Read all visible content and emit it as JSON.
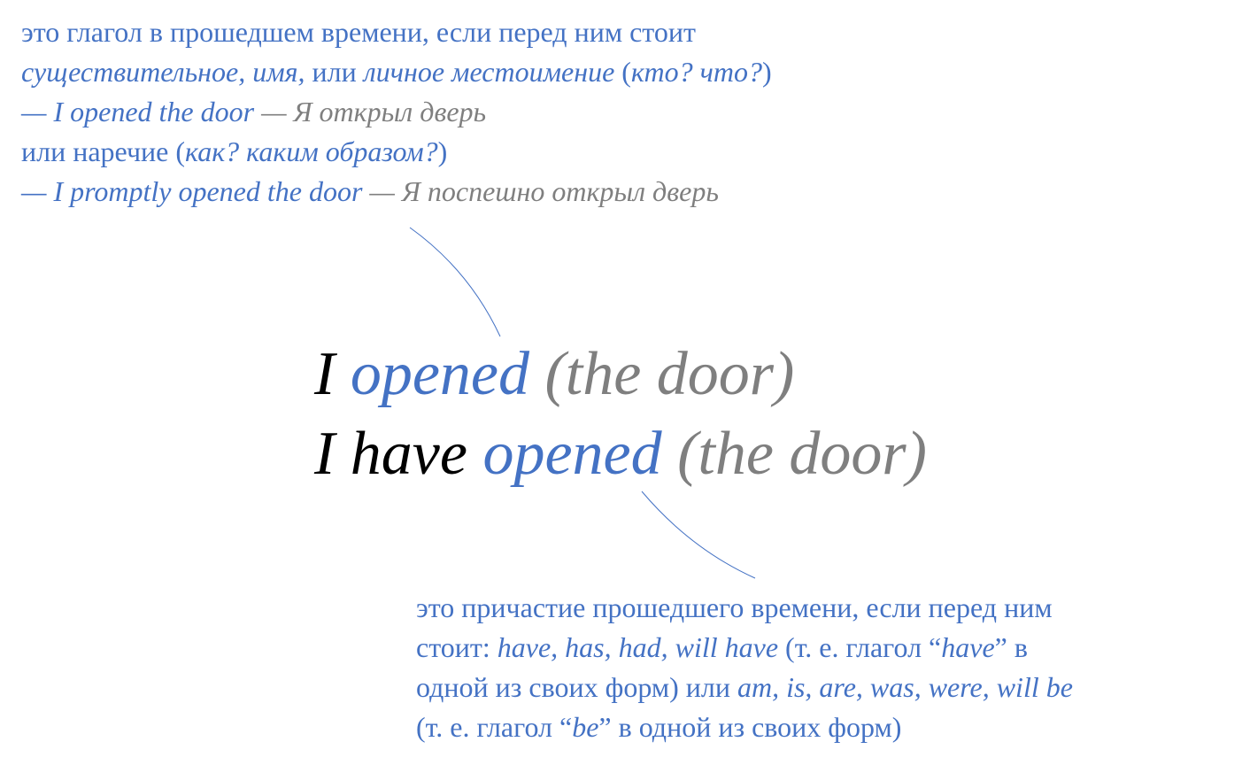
{
  "top_note": {
    "line1": "это глагол в прошедшем времени, если перед ним стоит",
    "line2_a": "существительное, имя,",
    "line2_b": " или ",
    "line2_c": "личное местоимение",
    "line2_d": " (",
    "line2_e": "кто? что?",
    "line2_f": ")",
    "line3_en": "— I opened the door",
    "line3_ru": " — Я открыл дверь",
    "line4_a": "или наречие (",
    "line4_b": "как? каким образом?",
    "line4_c": ")",
    "line5_en": "— I promptly opened the door",
    "line5_ru": " — Я поспешно открыл дверь"
  },
  "examples": {
    "line1_subject": "I ",
    "line1_verb": "opened",
    "line1_object": " (the door)",
    "line2_subject": "I have ",
    "line2_verb": "opened",
    "line2_object": " (the door)"
  },
  "bottom_note": {
    "line1": "это причастие прошедшего времени, если перед ним",
    "line2_a": "стоит: ",
    "line2_b": "have, has, had, will have",
    "line2_c": " (т. е. глагол “",
    "line2_d": "have",
    "line2_e": "” в",
    "line3_a": "одной из своих форм) или ",
    "line3_b": "am, is, are, was, were, will be",
    "line4_a": "(т. е. глагол “",
    "line4_b": "be",
    "line4_c": "” в одной из своих форм)"
  },
  "colors": {
    "accent": "#4472C4",
    "muted": "#7F7F7F",
    "text": "#000000"
  }
}
